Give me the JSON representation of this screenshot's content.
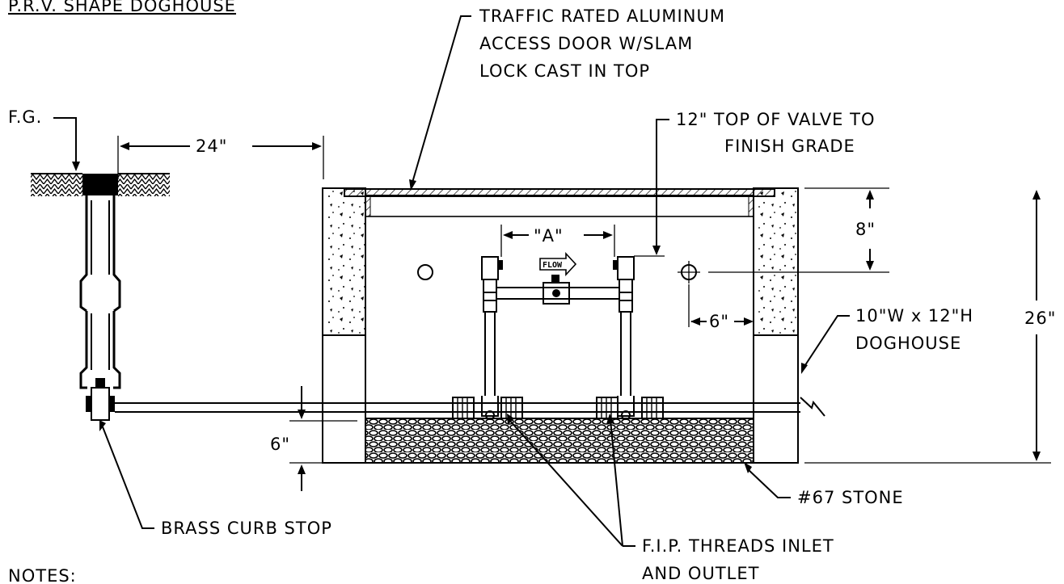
{
  "title": "P.R.V. SHAPE DOGHOUSE",
  "labels": {
    "door_line1": "TRAFFIC RATED ALUMINUM",
    "door_line2": "ACCESS DOOR W/SLAM",
    "door_line3": "LOCK  CAST IN TOP",
    "fg": "F.G.",
    "dim_24": "24\"",
    "valve_line1": "12\" TOP OF VALVE TO",
    "valve_line2": "FINISH GRADE",
    "dim_a": "\"A\"",
    "flow": "FLOW",
    "dim_8": "8\"",
    "dim_6_side": "6\"",
    "dog_line1": "10\"W x 12\"H",
    "dog_line2": "DOGHOUSE",
    "dim_26": "26\"",
    "dim_6_bottom": "6\"",
    "stone": "#67 STONE",
    "curb_stop": "BRASS CURB STOP",
    "fip_line1": "F.I.P. THREADS INLET",
    "fip_line2": "AND OUTLET",
    "notes": "NOTES:"
  }
}
